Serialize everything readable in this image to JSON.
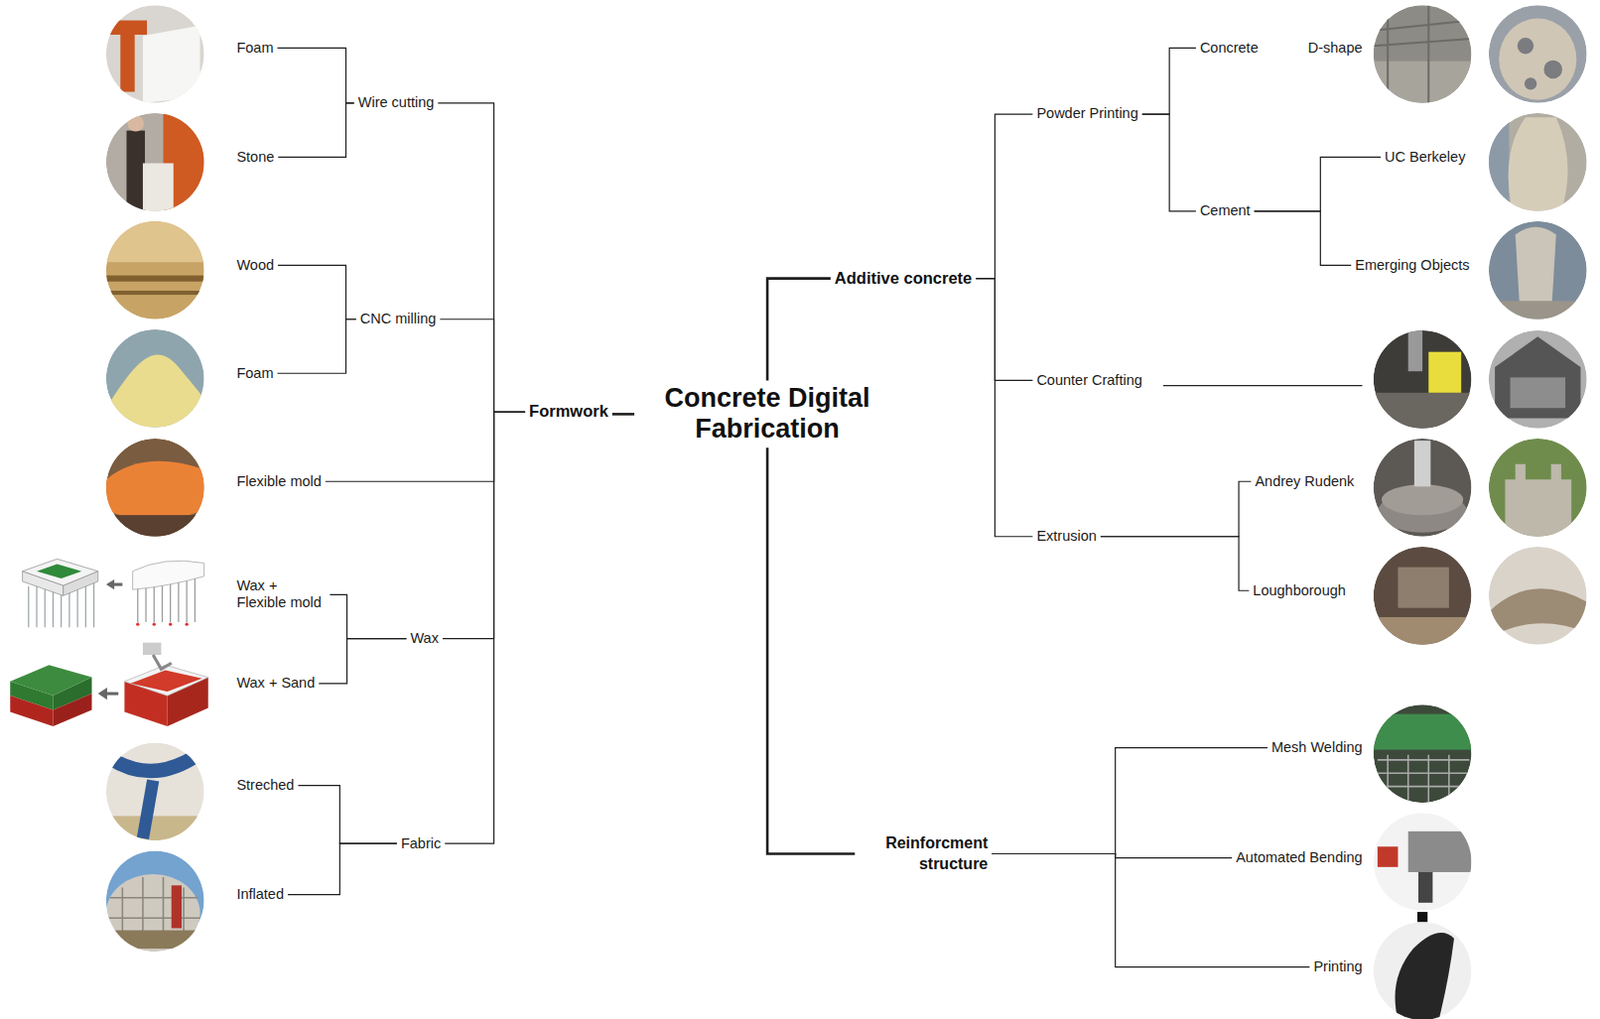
{
  "diagram": {
    "nodes": [
      {
        "text": [
          "Concrete Digital Fabrication"
        ]
      },
      {
        "text": [
          "Formwork"
        ]
      },
      {
        "text": [
          "Wire cutting"
        ]
      },
      {
        "text": [
          "Foam"
        ]
      },
      {
        "text": [
          "Stone"
        ]
      },
      {
        "text": [
          "CNC milling"
        ]
      },
      {
        "text": [
          "Wood"
        ]
      },
      {
        "text": [
          "Foam"
        ]
      },
      {
        "text": [
          "Flexible mold"
        ]
      },
      {
        "text": [
          "Wax"
        ]
      },
      {
        "text": [
          "Wax + Flexible mold"
        ]
      },
      {
        "text": [
          "Wax + Sand"
        ]
      },
      {
        "text": [
          "Fabric"
        ]
      },
      {
        "text": [
          "Streched"
        ]
      },
      {
        "text": [
          "Inflated"
        ]
      },
      {
        "text": [
          "Additive concrete"
        ]
      },
      {
        "text": [
          "Powder Printing"
        ]
      },
      {
        "text": [
          "Concrete"
        ]
      },
      {
        "text": [
          "D-shape"
        ]
      },
      {
        "text": [
          "Cement"
        ]
      },
      {
        "text": [
          "UC Berkeley"
        ]
      },
      {
        "text": [
          "Emerging Objects"
        ]
      },
      {
        "text": [
          "Counter Crafting"
        ]
      },
      {
        "text": [
          "Extrusion"
        ]
      },
      {
        "text": [
          "Andrey Rudenk"
        ]
      },
      {
        "text": [
          "Loughborough"
        ]
      },
      {
        "text": [
          "Reinforcment structure"
        ]
      },
      {
        "text": [
          "Mesh Welding"
        ]
      },
      {
        "text": [
          "Automated Bending"
        ]
      },
      {
        "text": [
          "Printing"
        ]
      }
    ],
    "edges": [
      {
        "from": 0,
        "to": 1,
        "arrow": "none"
      },
      {
        "from": 1,
        "to": 2,
        "arrow": "none"
      },
      {
        "from": 2,
        "to": 3,
        "arrow": "none"
      },
      {
        "from": 2,
        "to": 4,
        "arrow": "none"
      },
      {
        "from": 1,
        "to": 5,
        "arrow": "none"
      },
      {
        "from": 5,
        "to": 6,
        "arrow": "none"
      },
      {
        "from": 5,
        "to": 7,
        "arrow": "none"
      },
      {
        "from": 1,
        "to": 8,
        "arrow": "none"
      },
      {
        "from": 1,
        "to": 9,
        "arrow": "none"
      },
      {
        "from": 9,
        "to": 10,
        "arrow": "none"
      },
      {
        "from": 9,
        "to": 11,
        "arrow": "none"
      },
      {
        "from": 1,
        "to": 12,
        "arrow": "none"
      },
      {
        "from": 12,
        "to": 13,
        "arrow": "none"
      },
      {
        "from": 12,
        "to": 14,
        "arrow": "none"
      },
      {
        "from": 0,
        "to": 15,
        "arrow": "none"
      },
      {
        "from": 15,
        "to": 16,
        "arrow": "none"
      },
      {
        "from": 16,
        "to": 17,
        "arrow": "none"
      },
      {
        "from": 16,
        "to": 19,
        "arrow": "none"
      },
      {
        "from": 19,
        "to": 20,
        "arrow": "none"
      },
      {
        "from": 19,
        "to": 21,
        "arrow": "none"
      },
      {
        "from": 15,
        "to": 22,
        "arrow": "none"
      },
      {
        "from": 15,
        "to": 23,
        "arrow": "none"
      },
      {
        "from": 23,
        "to": 24,
        "arrow": "none"
      },
      {
        "from": 23,
        "to": 25,
        "arrow": "none"
      },
      {
        "from": 0,
        "to": 26,
        "arrow": "none"
      },
      {
        "from": 26,
        "to": 27,
        "arrow": "none"
      },
      {
        "from": 26,
        "to": 28,
        "arrow": "none"
      },
      {
        "from": 26,
        "to": 29,
        "arrow": "none"
      }
    ]
  }
}
